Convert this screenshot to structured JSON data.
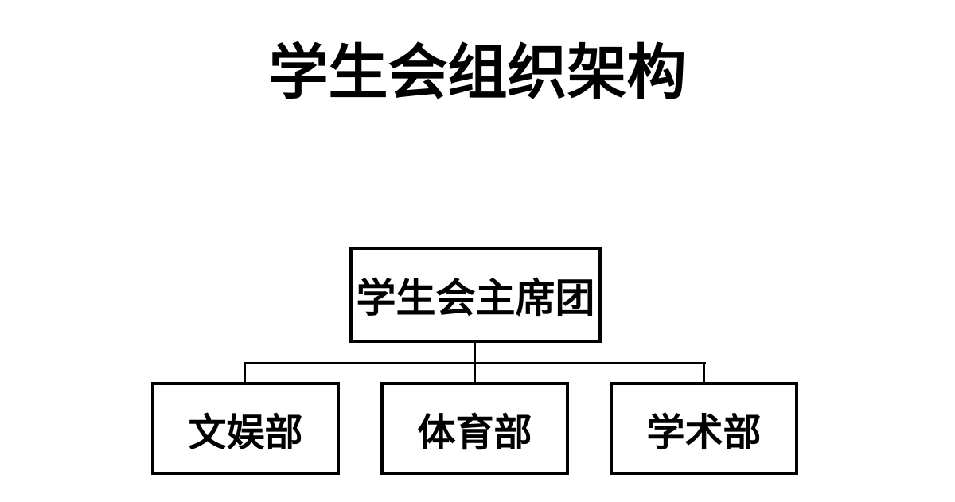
{
  "title": "学生会组织架构",
  "org": {
    "root": {
      "label": "学生会主席团"
    },
    "children": [
      {
        "label": "文娱部"
      },
      {
        "label": "体育部"
      },
      {
        "label": "学术部"
      }
    ]
  },
  "colors": {
    "background": "#ffffff",
    "line": "#000000",
    "text": "#000000"
  }
}
